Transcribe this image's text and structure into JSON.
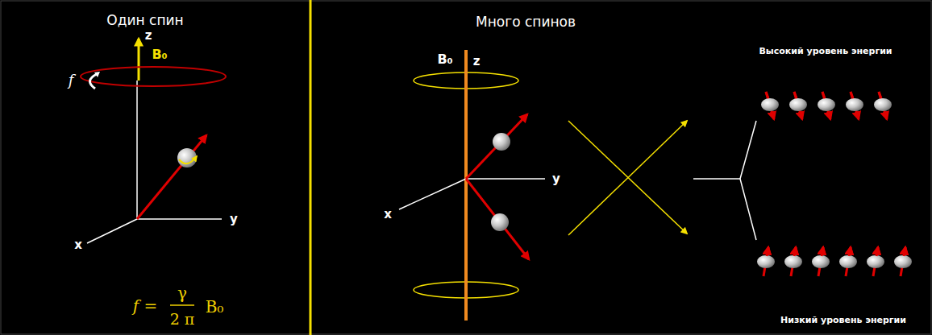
{
  "diagram": {
    "labels": [
      "Один спин",
      "z",
      "B₀",
      "f",
      "y",
      "x",
      "f =",
      "γ",
      "2 π",
      "B₀",
      "Много спинов",
      "B₀",
      "z",
      "y",
      "x",
      "Высокий уровень энергии",
      "Низкий уровень энергии"
    ]
  }
}
